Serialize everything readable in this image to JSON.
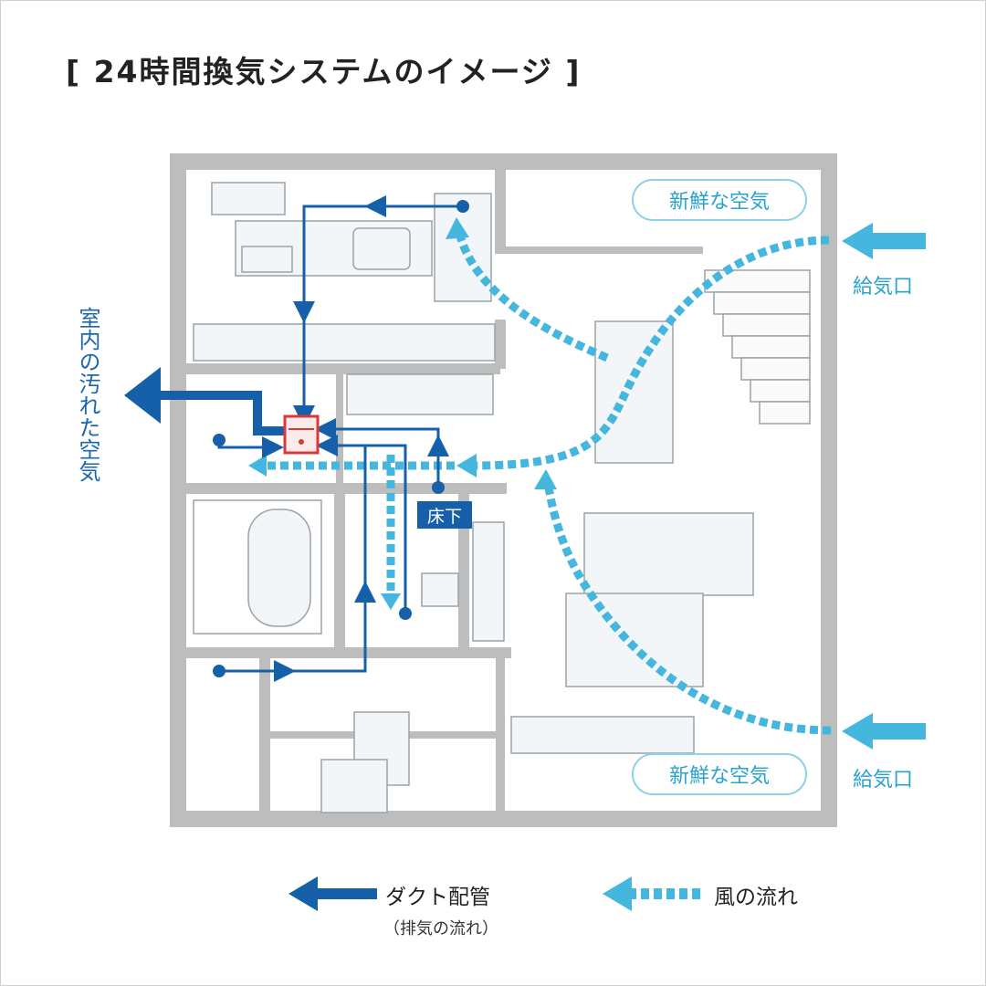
{
  "title": "[ 24時間換気システムのイメージ ]",
  "labels": {
    "fresh_air_top": "新鮮な空気",
    "fresh_air_bottom": "新鮮な空気",
    "supply_top": "給気口",
    "supply_bottom": "給気口",
    "exhaust": "室内の汚れた空気",
    "underfloor": "床下"
  },
  "legend": {
    "duct": "ダクト配管",
    "duct_sub": "（排気の流れ）",
    "wind": "風の流れ"
  },
  "colors": {
    "duct": "#1560a8",
    "wind": "#45b6dd",
    "wall": "#bdbdbd",
    "unit": "#d73a3a"
  }
}
